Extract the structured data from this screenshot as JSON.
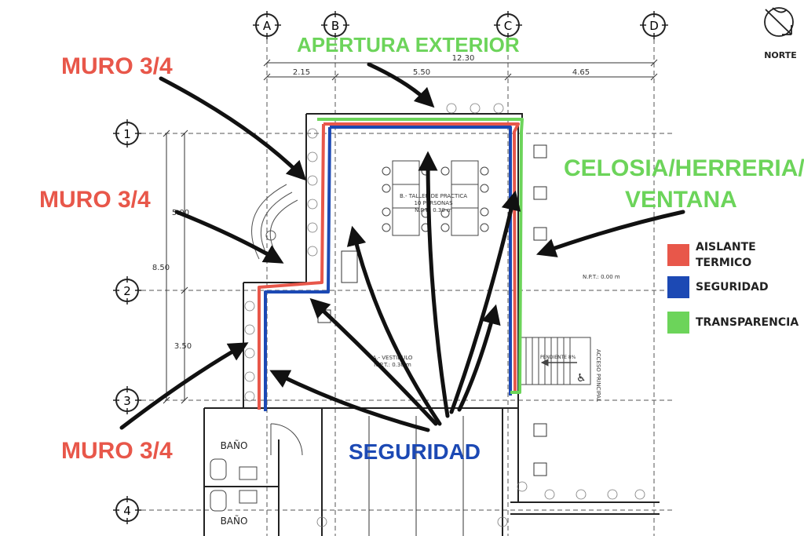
{
  "grid": {
    "columns": [
      "A",
      "B",
      "C",
      "D"
    ],
    "rows": [
      "1",
      "2",
      "3",
      "4"
    ],
    "dim_total": "12.30",
    "dims_top": [
      "2.15",
      "5.50",
      "4.65"
    ],
    "dim_left_total": "8.50",
    "dim_left_1": "5.00",
    "dim_left_2": "3.50"
  },
  "north": {
    "label": "NORTE",
    "icon": "north-arrow-icon"
  },
  "annotations": {
    "muro_top": "MURO 3/4",
    "muro_mid": "MURO 3/4",
    "muro_bottom": "MURO 3/4",
    "apertura": "APERTURA EXTERIOR",
    "celosia_line1": "CELOSIA/HERRERIA/",
    "celosia_line2": "VENTANA",
    "seguridad": "SEGURIDAD"
  },
  "plan_labels": {
    "taller_1": "B.- TALLER DE PRACTICA",
    "taller_2": "10 PERSONAS",
    "taller_3": "N.P.T.: 0.30 m",
    "vestibulo_1": "A.- VESTIBULO",
    "vestibulo_2": "N.P.T.: 0.30 m",
    "npt_exterior": "N.P.T.: 0.00 m",
    "acceso": "ACCESO PRINCIPAL",
    "pendiente": "PENDIENTE 8%",
    "bano_1": "BAÑO",
    "bano_2": "BAÑO"
  },
  "legend": [
    {
      "label_line1": "AISLANTE",
      "label_line2": "TERMICO",
      "color": "#e8574a"
    },
    {
      "label_line1": "SEGURIDAD",
      "label_line2": "",
      "color": "#1c49b4"
    },
    {
      "label_line1": "TRANSPARENCIA",
      "label_line2": "",
      "color": "#6cd45a"
    }
  ],
  "colors": {
    "red": "#e8574a",
    "blue": "#1c49b4",
    "green": "#6cd45a",
    "arrow": "#111111"
  }
}
